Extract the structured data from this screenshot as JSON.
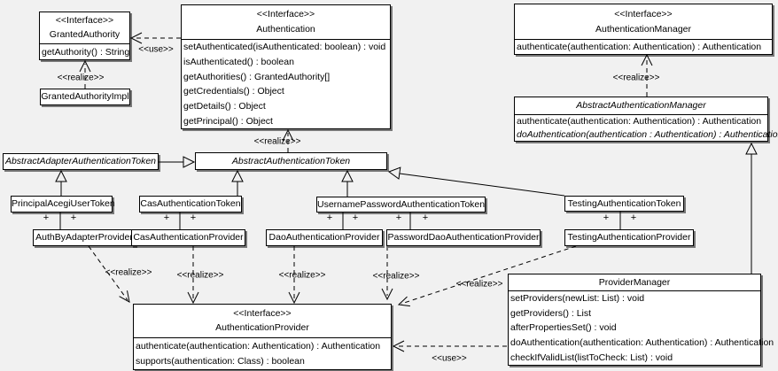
{
  "diagram": {
    "background_color": "#f1f1f1",
    "box_fill_color": "#ffffff",
    "line_color": "#000000"
  },
  "classes": [
    {
      "id": "granted-authority",
      "stereotype": "<<Interface>>",
      "name": "GrantedAuthority",
      "name_italic": false,
      "methods": [
        {
          "text": "getAuthority() : String",
          "italic": false
        }
      ]
    },
    {
      "id": "granted-authority-impl",
      "name": "GrantedAuthorityImpl",
      "name_italic": false,
      "methods": []
    },
    {
      "id": "authentication",
      "stereotype": "<<Interface>>",
      "name": "Authentication",
      "name_italic": false,
      "methods": [
        {
          "text": "setAuthenticated(isAuthenticated: boolean) : void",
          "italic": false
        },
        {
          "text": "isAuthenticated() : boolean",
          "italic": false
        },
        {
          "text": "getAuthorities() : GrantedAuthority[]",
          "italic": false
        },
        {
          "text": "getCredentials() : Object",
          "italic": false
        },
        {
          "text": "getDetails() : Object",
          "italic": false
        },
        {
          "text": "getPrincipal() : Object",
          "italic": false
        }
      ]
    },
    {
      "id": "authentication-manager",
      "stereotype": "<<Interface>>",
      "name": "AuthenticationManager",
      "name_italic": false,
      "methods": [
        {
          "text": "authenticate(authentication: Authentication) : Authentication",
          "italic": false
        }
      ]
    },
    {
      "id": "abstract-authentication-manager",
      "name": "AbstractAuthenticationManager",
      "name_italic": true,
      "methods": [
        {
          "text": "authenticate(authentication: Authentication) : Authentication",
          "italic": false
        },
        {
          "text": "doAuthentication(authentication : Authentication) : Authentication",
          "italic": true
        }
      ]
    },
    {
      "id": "abstract-adapter-authentication-token",
      "name": "AbstractAdapterAuthenticationToken",
      "name_italic": true,
      "methods": []
    },
    {
      "id": "abstract-authentication-token",
      "name": "AbstractAuthenticationToken",
      "name_italic": true,
      "methods": []
    },
    {
      "id": "principal-acegi-user-token",
      "name": "PrincipalAcegiUserToken",
      "name_italic": false,
      "methods": []
    },
    {
      "id": "cas-authentication-token",
      "name": "CasAuthenticationToken",
      "name_italic": false,
      "methods": []
    },
    {
      "id": "username-password-authentication-token",
      "name": "UsernamePasswordAuthenticationToken",
      "name_italic": false,
      "methods": []
    },
    {
      "id": "testing-authentication-token",
      "name": "TestingAuthenticationToken",
      "name_italic": false,
      "methods": []
    },
    {
      "id": "auth-by-adapter-provider",
      "name": "AuthByAdapterProvider",
      "name_italic": false,
      "methods": []
    },
    {
      "id": "cas-authentication-provider",
      "name": "CasAuthenticationProvider",
      "name_italic": false,
      "methods": []
    },
    {
      "id": "dao-authentication-provider",
      "name": "DaoAuthenticationProvider",
      "name_italic": false,
      "methods": []
    },
    {
      "id": "password-dao-authentication-provider",
      "name": "PasswordDaoAuthenticationProvider",
      "name_italic": false,
      "methods": []
    },
    {
      "id": "testing-authentication-provider",
      "name": "TestingAuthenticationProvider",
      "name_italic": false,
      "methods": []
    },
    {
      "id": "authentication-provider",
      "stereotype": "<<Interface>>",
      "name": "AuthenticationProvider",
      "name_italic": false,
      "methods": [
        {
          "text": "authenticate(authentication: Authentication) : Authentication",
          "italic": false
        },
        {
          "text": "supports(authentication: Class) : boolean",
          "italic": false
        }
      ]
    },
    {
      "id": "provider-manager",
      "name": "ProviderManager",
      "name_italic": false,
      "methods": [
        {
          "text": "setProviders(newList: List) : void",
          "italic": false
        },
        {
          "text": "getProviders() : List",
          "italic": false
        },
        {
          "text": "afterPropertiesSet() : void",
          "italic": false
        },
        {
          "text": "doAuthentication(authentication: Authentication) : Authentication",
          "italic": false
        },
        {
          "text": "checkIfValidList(listToCheck: List) : void",
          "italic": false
        }
      ]
    }
  ],
  "edges": [
    {
      "id": "use-authentication-grantedauthority",
      "type": "use",
      "label": "<<use>>",
      "from": "authentication",
      "to": "granted-authority"
    },
    {
      "id": "realize-grantedauthorityimpl",
      "type": "realize",
      "label": "<<realize>>",
      "from": "granted-authority-impl",
      "to": "granted-authority"
    },
    {
      "id": "realize-abstractauthenticationmanager",
      "type": "realize",
      "label": "<<realize>>",
      "from": "abstract-authentication-manager",
      "to": "authentication-manager"
    },
    {
      "id": "realize-abstractauthenticationtoken",
      "type": "realize",
      "label": "<<realize>>",
      "from": "abstract-authentication-token",
      "to": "authentication"
    },
    {
      "id": "gen-principalacegiusertoken",
      "type": "generalization",
      "from": "principal-acegi-user-token",
      "to": "abstract-adapter-authentication-token"
    },
    {
      "id": "gen-abstractadaptertoken",
      "type": "generalization",
      "from": "abstract-adapter-authentication-token",
      "to": "abstract-authentication-token"
    },
    {
      "id": "gen-casauthenticationtoken",
      "type": "generalization",
      "from": "cas-authentication-token",
      "to": "abstract-authentication-token"
    },
    {
      "id": "gen-usernamepasswordtoken",
      "type": "generalization",
      "from": "username-password-authentication-token",
      "to": "abstract-authentication-token"
    },
    {
      "id": "gen-testingauthenticationtoken",
      "type": "generalization",
      "from": "testing-authentication-token",
      "to": "abstract-authentication-token"
    },
    {
      "id": "gen-providermanager",
      "type": "generalization",
      "from": "provider-manager",
      "to": "abstract-authentication-manager"
    },
    {
      "id": "assoc-principal-authbyadapter",
      "type": "association",
      "end_labels": [
        "+",
        "+"
      ],
      "from": "principal-acegi-user-token",
      "to": "auth-by-adapter-provider"
    },
    {
      "id": "assoc-cas-token-provider",
      "type": "association",
      "end_labels": [
        "+",
        "+"
      ],
      "from": "cas-authentication-token",
      "to": "cas-authentication-provider"
    },
    {
      "id": "assoc-userpass-dao",
      "type": "association",
      "end_labels": [
        "+",
        "+"
      ],
      "from": "username-password-authentication-token",
      "to": "dao-authentication-provider"
    },
    {
      "id": "assoc-userpass-passworddao",
      "type": "association",
      "end_labels": [
        "+",
        "+"
      ],
      "from": "username-password-authentication-token",
      "to": "password-dao-authentication-provider"
    },
    {
      "id": "assoc-testing-token-provider",
      "type": "association",
      "end_labels": [
        "+",
        "+"
      ],
      "from": "testing-authentication-token",
      "to": "testing-authentication-provider"
    },
    {
      "id": "realize-authbyadapterprovider",
      "type": "realize",
      "label": "<<realize>>",
      "from": "auth-by-adapter-provider",
      "to": "authentication-provider"
    },
    {
      "id": "realize-casauthenticationprovider",
      "type": "realize",
      "label": "<<realize>>",
      "from": "cas-authentication-provider",
      "to": "authentication-provider"
    },
    {
      "id": "realize-daoauthenticationprovider",
      "type": "realize",
      "label": "<<realize>>",
      "from": "dao-authentication-provider",
      "to": "authentication-provider"
    },
    {
      "id": "realize-passworddaoprovider",
      "type": "realize",
      "label": "<<realize>>",
      "from": "password-dao-authentication-provider",
      "to": "authentication-provider"
    },
    {
      "id": "realize-testingauthenticationprovider",
      "type": "realize",
      "label": "<<realize>>",
      "from": "testing-authentication-provider",
      "to": "authentication-provider"
    },
    {
      "id": "use-providermanager-authenticationprovider",
      "type": "use",
      "label": "<<use>>",
      "from": "provider-manager",
      "to": "authentication-provider"
    }
  ]
}
